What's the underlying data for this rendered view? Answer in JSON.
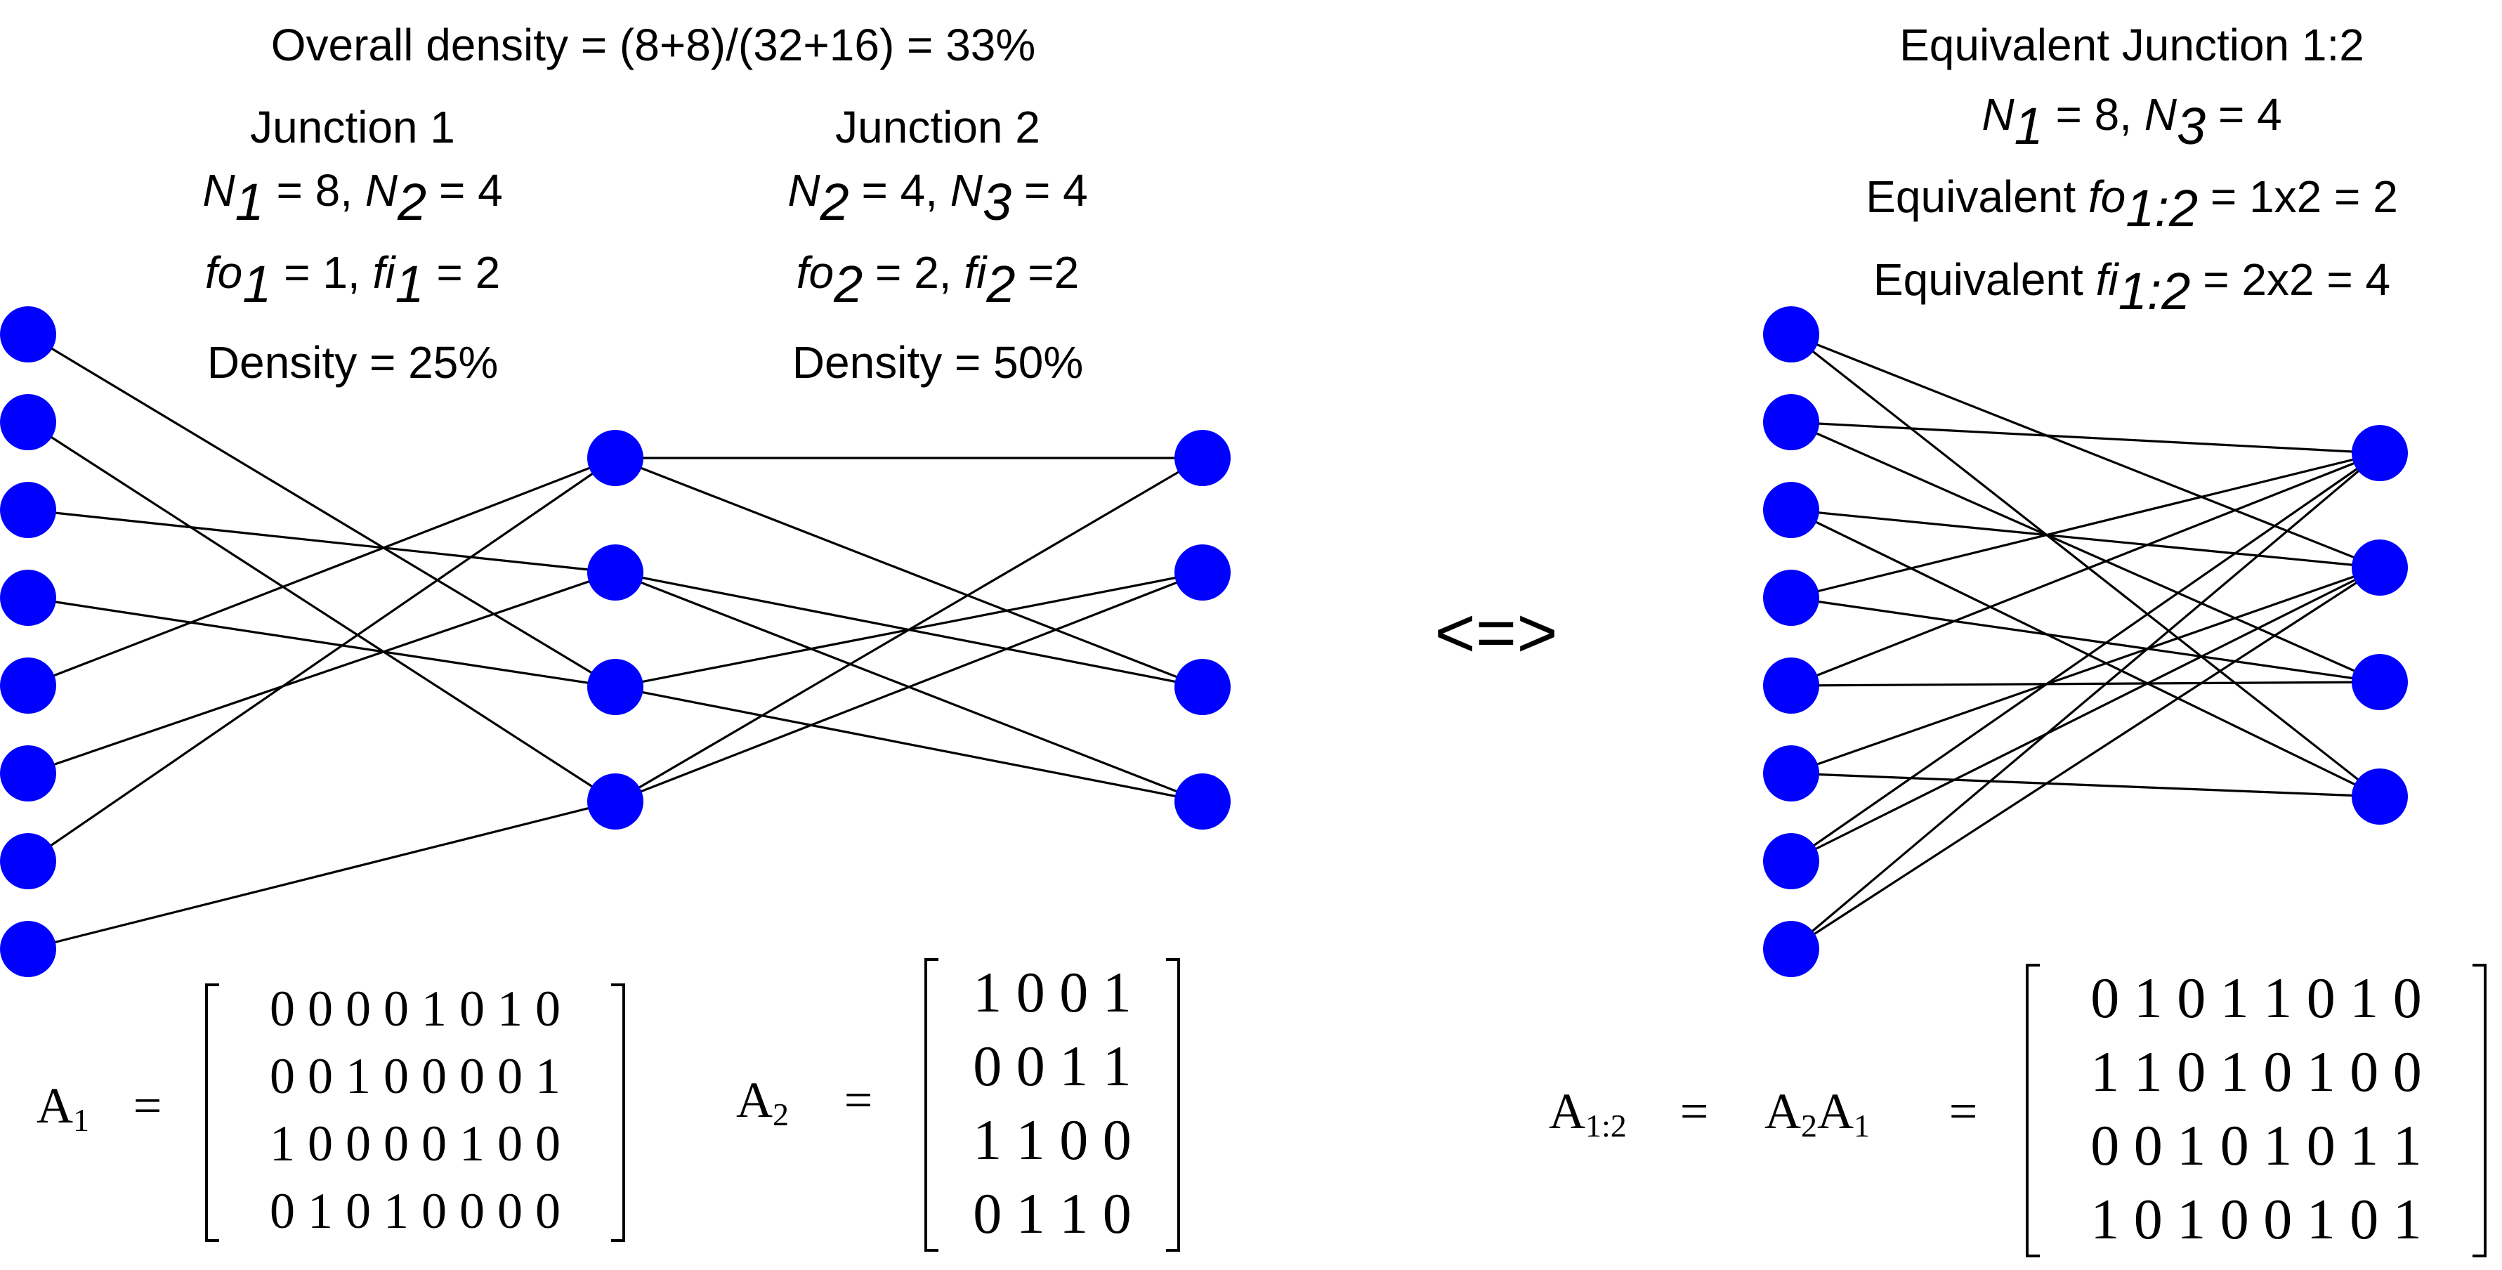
{
  "overall_density": "Overall density = (8+8)/(32+16) = 33%",
  "junction1": {
    "title": "Junction 1",
    "n_a_sym": "N",
    "n_a_sub": "1",
    "n_a_val": " = 8, ",
    "n_b_sym": "N",
    "n_b_sub": "2",
    "n_b_val": " = 4",
    "fo_sym": "fo",
    "fo_sub": "1",
    "fo_val": " = 1, ",
    "fi_sym": "fi",
    "fi_sub": "1",
    "fi_val": " = 2",
    "density": "Density = 25%"
  },
  "junction2": {
    "title": "Junction 2",
    "n_a_sym": "N",
    "n_a_sub": "2",
    "n_a_val": " = 4, ",
    "n_b_sym": "N",
    "n_b_sub": "3",
    "n_b_val": " = 4",
    "fo_sym": "fo",
    "fo_sub": "2",
    "fo_val": " = 2, ",
    "fi_sym": "fi",
    "fi_sub": "2",
    "fi_val": "  =2",
    "density": "Density = 50%"
  },
  "equivalent": {
    "title": "Equivalent Junction 1:2",
    "n_a_sym": "N",
    "n_a_sub": "1",
    "n_a_val": " = 8, ",
    "n_b_sym": "N",
    "n_b_sub": "3",
    "n_b_val": " = 4",
    "fo_prefix": "Equivalent ",
    "fo_sym": "fo",
    "fo_sub": "1:2",
    "fo_val": " = 1x2 = 2",
    "fi_prefix": "Equivalent ",
    "fi_sym": "fi",
    "fi_sub": "1:2",
    "fi_val": "  = 2x2 = 4"
  },
  "equivalence_symbol": "<=>",
  "matrices": {
    "a1": {
      "label_sym": "A",
      "label_sub": "1",
      "equals": "=",
      "rows": [
        "0 0 0 0 1 0 1 0",
        "0 0 1 0 0 0 0 1",
        "1 0 0 0 0 1 0 0",
        "0 1 0 1 0 0 0 0"
      ]
    },
    "a2": {
      "label_sym": "A",
      "label_sub": "2",
      "equals": "=",
      "rows": [
        "1 0 0 1",
        "0 0 1 1",
        "1 1 0 0",
        "0 1 1 0"
      ]
    },
    "a12": {
      "label_sym": "A",
      "label_sub": "1:2",
      "equals": "=",
      "product_a": "A",
      "product_a_sub": "2",
      "product_b": "A",
      "product_b_sub": "1",
      "equals2": "=",
      "rows": [
        "0 1 0 1 1 0 1 0",
        "1 1 0 1 0 1 0 0",
        "0 0 1 0 1 0 1 1",
        "1 0 1 0 0 1 0 1"
      ]
    }
  },
  "graph": {
    "layer1_count": 8,
    "layer2_count": 4,
    "layer3_count": 4,
    "node_color": "#0000ff",
    "junction1_edges": [
      [
        0,
        2
      ],
      [
        1,
        3
      ],
      [
        2,
        1
      ],
      [
        3,
        2
      ],
      [
        4,
        0
      ],
      [
        5,
        1
      ],
      [
        6,
        0
      ],
      [
        7,
        3
      ]
    ],
    "junction2_edges": [
      [
        0,
        0
      ],
      [
        0,
        2
      ],
      [
        1,
        2
      ],
      [
        1,
        3
      ],
      [
        2,
        1
      ],
      [
        2,
        3
      ],
      [
        3,
        0
      ],
      [
        3,
        1
      ]
    ],
    "equivalent_edges": [
      [
        0,
        1
      ],
      [
        0,
        3
      ],
      [
        1,
        0
      ],
      [
        1,
        2
      ],
      [
        2,
        1
      ],
      [
        2,
        3
      ],
      [
        3,
        0
      ],
      [
        3,
        2
      ],
      [
        4,
        0
      ],
      [
        4,
        2
      ],
      [
        5,
        1
      ],
      [
        5,
        3
      ],
      [
        6,
        0
      ],
      [
        6,
        1
      ],
      [
        7,
        0
      ],
      [
        7,
        1
      ]
    ]
  }
}
